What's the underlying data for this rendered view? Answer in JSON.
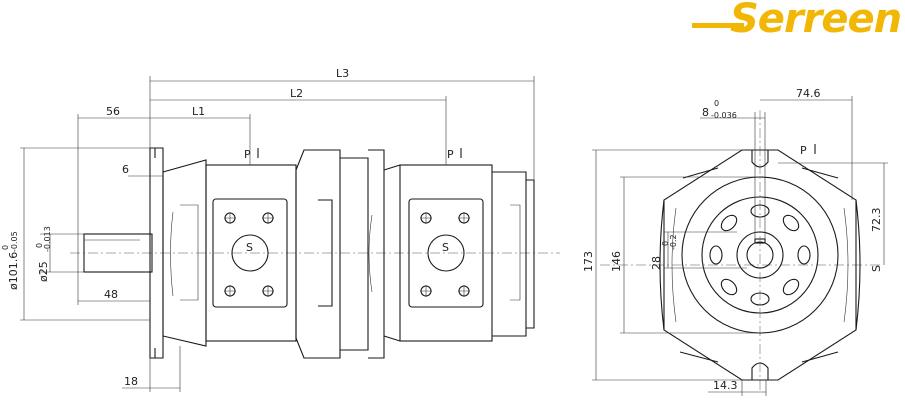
{
  "brand": {
    "name": "Serreen",
    "color": "#f2b705"
  },
  "dimensions": {
    "L3": "L3",
    "L2": "L2",
    "L1": "L1",
    "d56": "56",
    "d6": "6",
    "d48": "48",
    "d18": "18",
    "flange_dia": "ø101.6",
    "flange_tol_top": "0",
    "flange_tol_bot": "-0.05",
    "shaft_dia": "ø25",
    "shaft_tol_top": "0",
    "shaft_tol_bot": "-0.013",
    "d74_6": "74.6",
    "key_width": "8",
    "key_tol_top": "0",
    "key_tol_bot": "-0.036",
    "d72_3": "72.3",
    "d173": "173",
    "d146": "146",
    "d28": "28",
    "d28_tol_top": "0",
    "d28_tol_bot": "-0.2",
    "d14_3": "14.3"
  },
  "ports": {
    "pressure": "P",
    "suction": "S"
  }
}
